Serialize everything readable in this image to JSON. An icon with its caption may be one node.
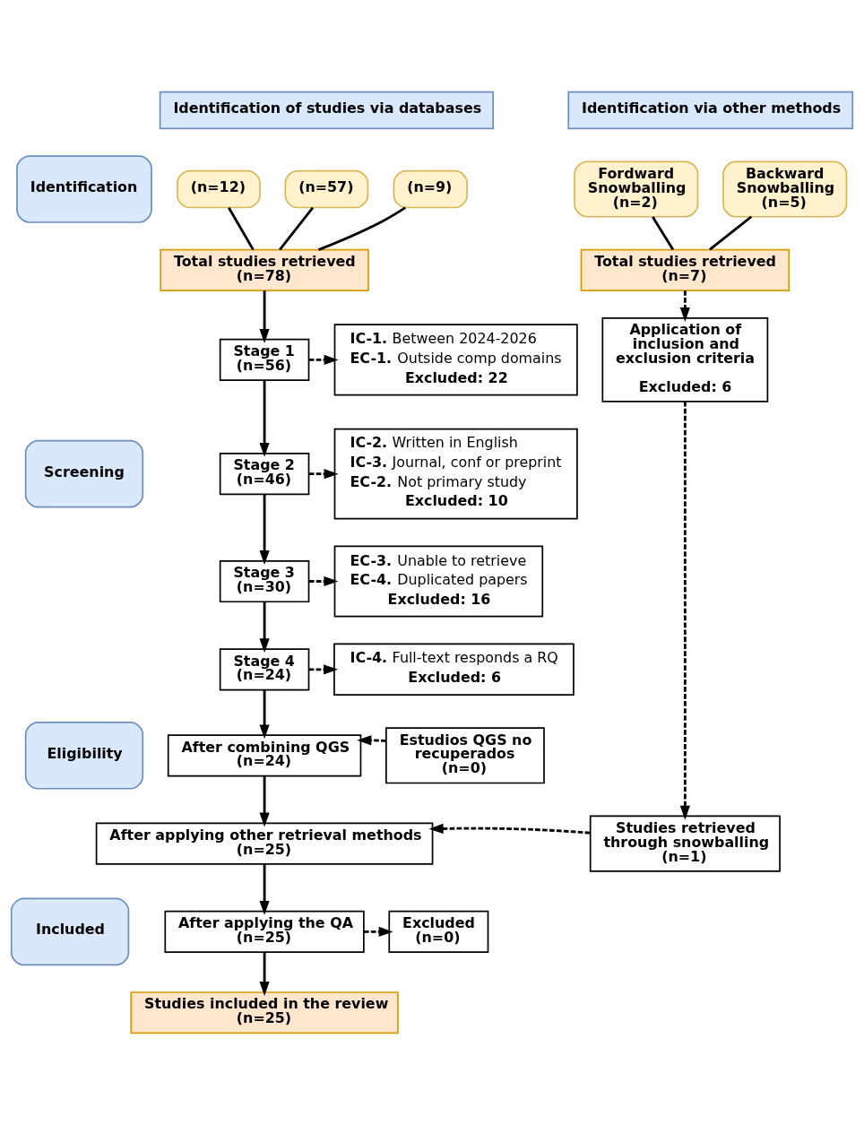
{
  "diagram": {
    "nodes": [
      {
        "text": [
          "Identification"
        ]
      },
      {
        "text": [
          "Identification of studies via databases"
        ]
      },
      {
        "text": [
          "Identification via other methods"
        ]
      },
      {
        "text": [
          "(n=12)"
        ]
      },
      {
        "text": [
          "(n=57)"
        ]
      },
      {
        "text": [
          "(n=9)"
        ]
      },
      {
        "text": [
          "Fordward Snowballing",
          "(n=2)"
        ]
      },
      {
        "text": [
          "Backward Snowballing",
          "(n=5)"
        ]
      },
      {
        "text": [
          "Total studies retrieved",
          "(n=78)"
        ]
      },
      {
        "text": [
          "Total studies retrieved",
          "(n=7)"
        ]
      },
      {
        "text": [
          "Screening"
        ]
      },
      {
        "text": [
          "Stage 1",
          "(n=56)"
        ]
      },
      {
        "text": [
          "**IC-1.** Between 2024-2026",
          "**EC-1.** Outside comp domains",
          "Excluded: 22"
        ]
      },
      {
        "text": [
          "Application of inclusion and exclusion criteria",
          "Excluded: 6"
        ]
      },
      {
        "text": [
          "Stage 2",
          "(n=46)"
        ]
      },
      {
        "text": [
          "**IC-2.** Written in English",
          "**IC-3.** Journal, conf or preprint",
          "**EC-2.** Not primary study",
          "Excluded: 10"
        ]
      },
      {
        "text": [
          "Stage 3",
          "(n=30)"
        ]
      },
      {
        "text": [
          "**EC-3.** Unable to retrieve",
          "**EC-4.** Duplicated papers",
          "Excluded: 16"
        ]
      },
      {
        "text": [
          "Eligibility"
        ]
      },
      {
        "text": [
          "Stage 4",
          "(n=24)"
        ]
      },
      {
        "text": [
          "**IC-4.** Full-text responds a RQ",
          "Excluded: 6"
        ]
      },
      {
        "text": [
          "After combining QGS",
          "(n=24)"
        ]
      },
      {
        "text": [
          "Estudios QGS no recuperados",
          "(n=0)"
        ]
      },
      {
        "text": [
          "After applying other retrieval methods",
          "(n=25)"
        ]
      },
      {
        "text": [
          "Studies retrieved through snowballing",
          "(n=1)"
        ]
      },
      {
        "text": [
          "Included"
        ]
      },
      {
        "text": [
          "After applying the QA",
          "(n=25)"
        ]
      },
      {
        "text": [
          "Excluded",
          "(n=0)"
        ]
      },
      {
        "text": [
          "Studies included in the review",
          "(n=25)"
        ]
      }
    ],
    "edges": [
      {
        "from": 3,
        "to": 8,
        "arrow": "none"
      },
      {
        "from": 4,
        "to": 8,
        "arrow": "none"
      },
      {
        "from": 5,
        "to": 8,
        "arrow": "none"
      },
      {
        "from": 6,
        "to": 9,
        "arrow": "none"
      },
      {
        "from": 7,
        "to": 9,
        "arrow": "none"
      },
      {
        "from": 8,
        "to": 11,
        "arrow": "to"
      },
      {
        "from": 11,
        "to": 12,
        "arrow": "to",
        "style": "dashed"
      },
      {
        "from": 11,
        "to": 14,
        "arrow": "to"
      },
      {
        "from": 14,
        "to": 15,
        "arrow": "to",
        "style": "dashed"
      },
      {
        "from": 14,
        "to": 16,
        "arrow": "to"
      },
      {
        "from": 16,
        "to": 17,
        "arrow": "to",
        "style": "dashed"
      },
      {
        "from": 16,
        "to": 19,
        "arrow": "to"
      },
      {
        "from": 19,
        "to": 20,
        "arrow": "to",
        "style": "dashed"
      },
      {
        "from": 19,
        "to": 21,
        "arrow": "to"
      },
      {
        "from": 22,
        "to": 21,
        "arrow": "to",
        "style": "dashed"
      },
      {
        "from": 21,
        "to": 23,
        "arrow": "to"
      },
      {
        "from": 9,
        "to": 13,
        "arrow": "to",
        "style": "dashed"
      },
      {
        "from": 13,
        "to": 24,
        "arrow": "to",
        "style": "dashed"
      },
      {
        "from": 24,
        "to": 23,
        "arrow": "to",
        "style": "dashed"
      },
      {
        "from": 23,
        "to": 26,
        "arrow": "to"
      },
      {
        "from": 26,
        "to": 27,
        "arrow": "to",
        "style": "dashed"
      },
      {
        "from": 26,
        "to": 28,
        "arrow": "to"
      }
    ]
  }
}
